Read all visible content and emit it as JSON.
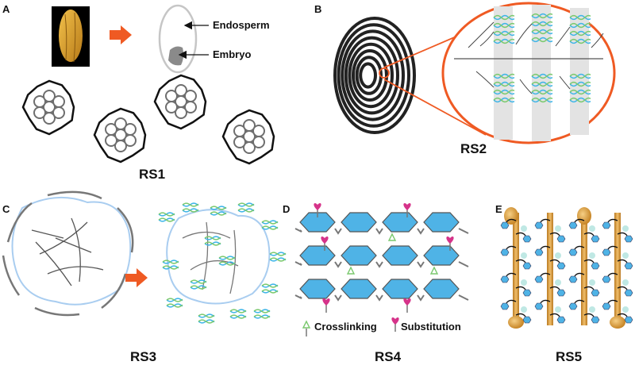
{
  "panels": {
    "a": {
      "letter": "A",
      "caption": "RS1",
      "endosperm_label": "Endosperm",
      "embryo_label": "Embryo"
    },
    "b": {
      "letter": "B",
      "caption": "RS2"
    },
    "c": {
      "letter": "C",
      "caption": "RS3"
    },
    "d": {
      "letter": "D",
      "caption": "RS4",
      "crosslinking_label": "Crosslinking",
      "substitution_label": "Substitution"
    },
    "e": {
      "letter": "E",
      "caption": "RS5"
    }
  },
  "colors": {
    "arrow": "#ef5a23",
    "hexagon": "#4fb3e6",
    "helix_a": "#3db5e8",
    "helix_b": "#7bc96f",
    "substituent": "#d6338a",
    "crosslink": "#7bc96f",
    "amylose_rod": "#d99a3c",
    "starch_outline": "#555555",
    "membrane": "#a9cdf0"
  }
}
